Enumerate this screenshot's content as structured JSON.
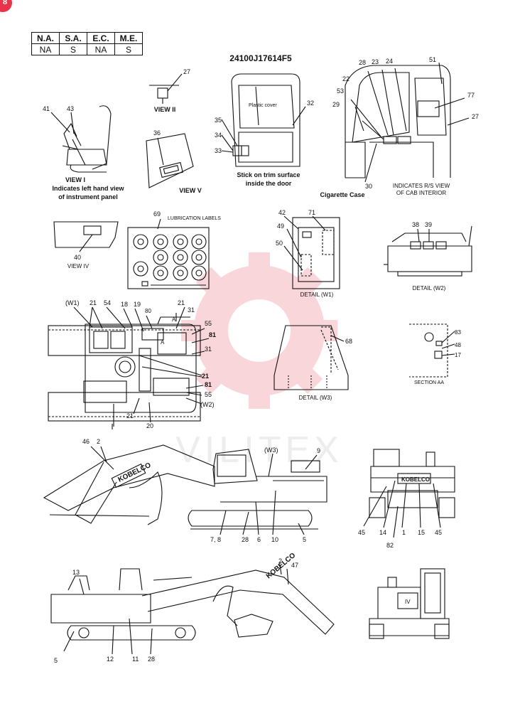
{
  "badge_text": "8",
  "code_table": {
    "headers": [
      "N.A.",
      "S.A.",
      "E.C.",
      "M.E."
    ],
    "values": [
      "NA",
      "S",
      "NA",
      "S"
    ]
  },
  "part_number": "24100J17614F5",
  "watermark_text": "VILITEX",
  "captions": {
    "view_1": "VIEW I",
    "view_1_note_a": "Indicates left hand view",
    "view_1_note_b": "of instrument panel",
    "view_2": "VIEW II",
    "view_4": "VIEW IV",
    "view_5": "VIEW V",
    "plastic_cover": "Plastic cover",
    "door_note_a": "Stick on trim surface",
    "door_note_b": "inside the door",
    "cigarette_case": "Cigarette Case",
    "rs_view_a": "INDICATES R/S VIEW",
    "rs_view_b": "OF CAB INTERIOR",
    "lubrication_labels": "LUBRICATION LABELS",
    "detail_w1": "DETAIL (W1)",
    "detail_w2": "DETAIL (W2)",
    "detail_w3": "DETAIL (W3)",
    "section_aa": "SECTION AA",
    "brand_logo": "KOBELCO"
  },
  "callouts": {
    "c27": "27",
    "c41": "41",
    "c43": "43",
    "c36": "36",
    "c35": "35",
    "c34": "34",
    "c33": "33",
    "c32": "32",
    "c28a": "28",
    "c23": "23",
    "c24": "24",
    "c51": "51",
    "c22": "22",
    "c53": "53",
    "c29": "29",
    "c77": "77",
    "c27b": "27",
    "c30": "30",
    "c69": "69",
    "c40": "40",
    "c42": "42",
    "c71": "71",
    "c49": "49",
    "c50": "50",
    "c38": "38",
    "c39": "39",
    "cw1": "(W1)",
    "c21a": "21",
    "c54": "54",
    "c18": "18",
    "c19": "19",
    "c80": "80",
    "c21b": "21",
    "c31a": "31",
    "c55a": "55",
    "c81a": "81",
    "c31b": "31",
    "c21c": "21",
    "c81b": "81",
    "c55b": "55",
    "cw2": "(W2)",
    "c21d": "21",
    "c20": "20",
    "cA1": "A",
    "cA2": "A",
    "c68": "68",
    "c83": "83",
    "c48": "48",
    "c17": "17",
    "c46": "46",
    "c2a": "2",
    "cw3": "(W3)",
    "c9": "9",
    "c78": "7, 8",
    "c28b": "28",
    "c6": "6",
    "c10": "10",
    "c5a": "5",
    "c45a": "45",
    "c14": "14",
    "c1": "1",
    "c15": "15",
    "c45b": "45",
    "c82": "82",
    "c13": "13",
    "c2b": "2",
    "c47": "47",
    "c5b": "5",
    "c12": "12",
    "c11": "11",
    "c28c": "28",
    "civ": "IV"
  },
  "colors": {
    "ink": "#111111",
    "watermark": "#f2a6ad",
    "badge": "#e8334a"
  }
}
